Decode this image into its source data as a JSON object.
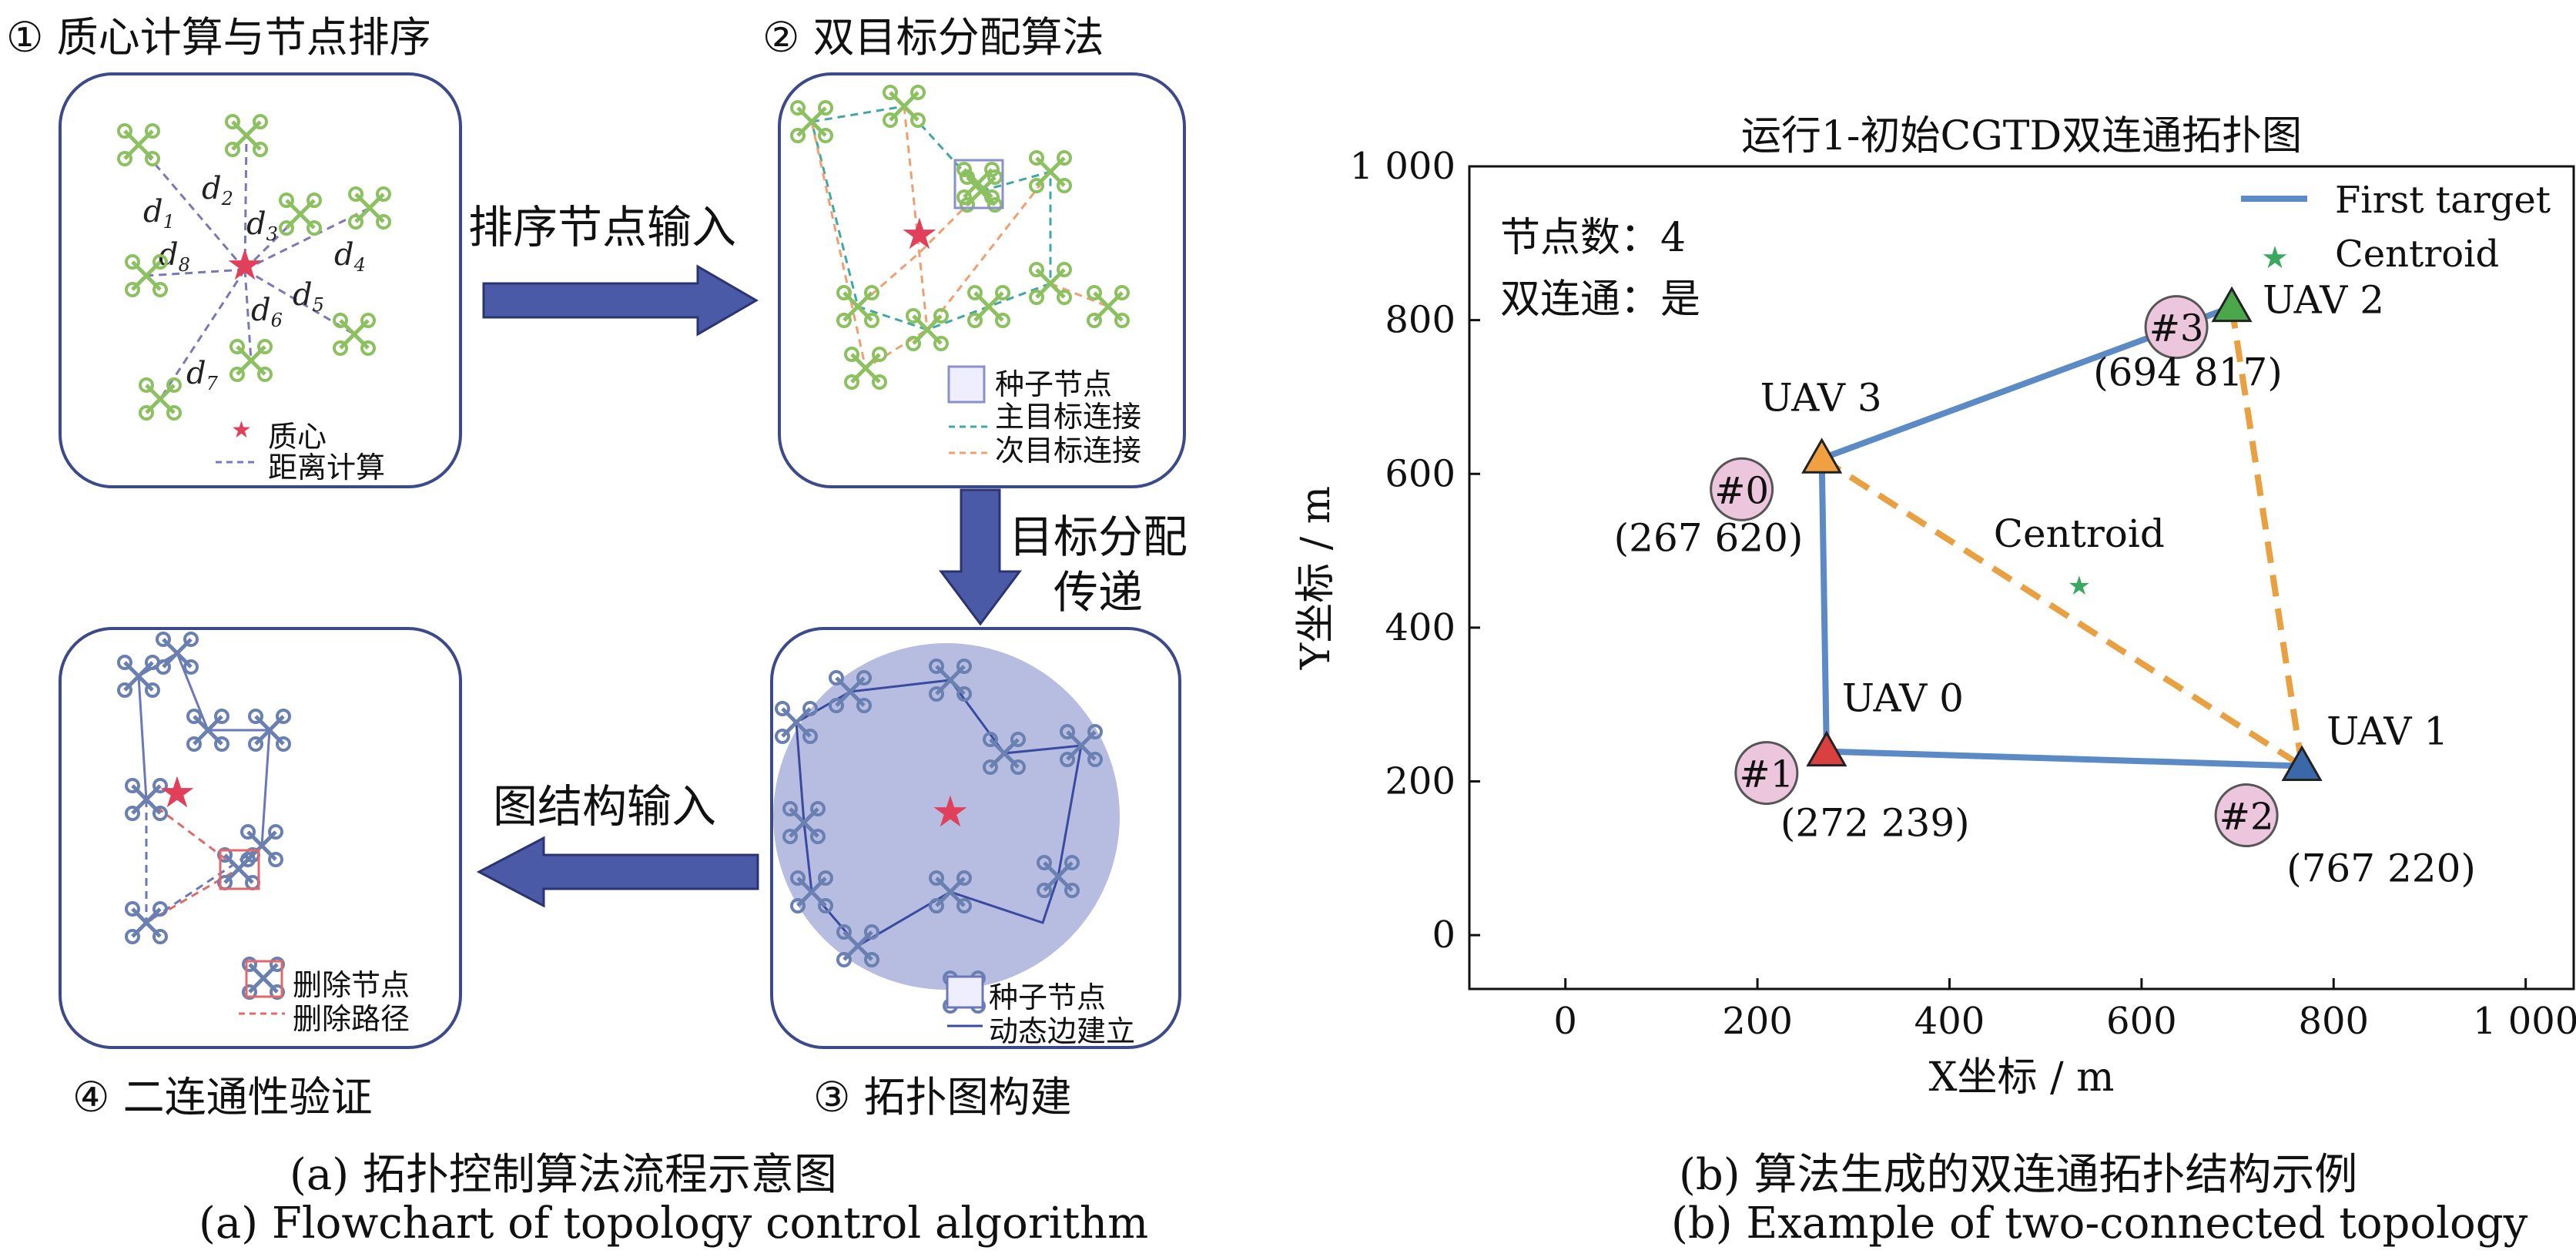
{
  "flowchart": {
    "step1_title": "① 质心计算与节点排序",
    "step2_title": "② 双目标分配算法",
    "step3_title": "③ 拓扑图构建",
    "step4_title": "④ 二连通性验证",
    "arrow1_label": "排序节点输入",
    "arrow2_label_line1": "目标分配",
    "arrow2_label_line2": "传递",
    "arrow3_label": "图结构输入",
    "panel1": {
      "legend_centroid": "质心",
      "legend_distance": "距离计算",
      "distance_labels": [
        "d1",
        "d2",
        "d3",
        "d4",
        "d5",
        "d6",
        "d7",
        "d8"
      ]
    },
    "panel2": {
      "legend_seed": "种子节点",
      "legend_primary": "主目标连接",
      "legend_secondary": "次目标连接"
    },
    "panel3": {
      "legend_seed": "种子节点",
      "legend_dynamic": "动态边建立"
    },
    "panel4": {
      "legend_delete_node": "删除节点",
      "legend_delete_path": "删除路径"
    }
  },
  "captions": {
    "a_cn": "(a) 拓扑控制算法流程示意图",
    "a_en": "(a) Flowchart of topology control algorithm",
    "b_cn": "(b) 算法生成的双连通拓扑结构示例",
    "b_en": "(b) Example of two-connected topology"
  },
  "chart_data": {
    "type": "scatter",
    "title": "运行1-初始CGTD双连通拓扑图",
    "xlabel": "X坐标 / m",
    "ylabel": "Y坐标 / m",
    "xlim": [
      -100,
      1050
    ],
    "ylim": [
      -70,
      1000
    ],
    "xticks": [
      0,
      200,
      400,
      600,
      800,
      1000
    ],
    "yticks": [
      0,
      200,
      400,
      600,
      800,
      1000
    ],
    "xtick_labels": [
      "0",
      "200",
      "400",
      "600",
      "800",
      "1 000"
    ],
    "ytick_labels": [
      "0",
      "200",
      "400",
      "600",
      "800",
      "1 000"
    ],
    "info_text": [
      "节点数：4",
      "双连通：是"
    ],
    "legend": {
      "placement": "top-right",
      "entries": [
        "First target",
        "Centroid"
      ]
    },
    "uavs": [
      {
        "name": "UAV 0",
        "x": 272,
        "y": 239,
        "color": "#d94040",
        "index_label": "#1",
        "coord_label": "(272 239)"
      },
      {
        "name": "UAV 1",
        "x": 767,
        "y": 220,
        "color": "#3a68a8",
        "index_label": "#2",
        "coord_label": "(767 220)"
      },
      {
        "name": "UAV 2",
        "x": 694,
        "y": 817,
        "color": "#4aa84a",
        "index_label": "#3",
        "coord_label": "(694 817)"
      },
      {
        "name": "UAV 3",
        "x": 267,
        "y": 620,
        "color": "#f0a040",
        "index_label": "#0",
        "coord_label": "(267 620)"
      }
    ],
    "centroid": {
      "label": "Centroid",
      "x": 535,
      "y": 455,
      "color": "#3aa860"
    },
    "first_target_edges": [
      [
        "UAV 3",
        "UAV 0"
      ],
      [
        "UAV 0",
        "UAV 1"
      ],
      [
        "UAV 3",
        "UAV 2"
      ]
    ],
    "second_target_edges": [
      [
        "UAV 3",
        "UAV 1"
      ],
      [
        "UAV 2",
        "UAV 1"
      ]
    ],
    "colors": {
      "first_target": "#5b8ac4",
      "second_target": "#e8a040",
      "badge_fill": "#ecc6dc",
      "frame": "#3c4a8a",
      "arrow": "#4a5aa6"
    }
  }
}
